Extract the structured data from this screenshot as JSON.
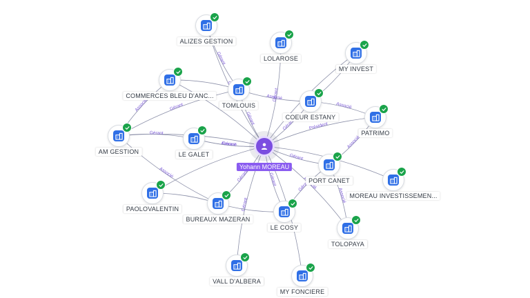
{
  "center": {
    "name": "Yohann MOREAU",
    "color": "#8a5cf0"
  },
  "colors": {
    "company_icon": "#2f6fe6",
    "check": "#1aa34a",
    "edge": "#8b8fa8",
    "edge_label": "#7b5ad6"
  },
  "icons": {
    "company": "building-icon",
    "status": "check-circle-icon",
    "person": "person-icon"
  },
  "companies": [
    {
      "id": "alizes",
      "name": "ALIZES GESTION"
    },
    {
      "id": "lolarose",
      "name": "LOLAROSE"
    },
    {
      "id": "myinvest",
      "name": "MY INVEST"
    },
    {
      "id": "commerces",
      "name": "COMMERCES BLEU D'ANC..."
    },
    {
      "id": "tomlouis",
      "name": "TOMLOUIS"
    },
    {
      "id": "coeur",
      "name": "COEUR ESTANY"
    },
    {
      "id": "patrimo",
      "name": "PATRIMO"
    },
    {
      "id": "amgestion",
      "name": "AM GESTION"
    },
    {
      "id": "legalet",
      "name": "LE GALET"
    },
    {
      "id": "portcanet",
      "name": "PORT CANET"
    },
    {
      "id": "moreauinv",
      "name": "MOREAU INVESTISSEMEN..."
    },
    {
      "id": "paolovalentin",
      "name": "PAOLOVALENTIN"
    },
    {
      "id": "bureaux",
      "name": "BUREAUX MAZERAN"
    },
    {
      "id": "lecosy",
      "name": "LE COSY"
    },
    {
      "id": "tolopaya",
      "name": "TOLOPAYA"
    },
    {
      "id": "vall",
      "name": "VALL D'ALBERA"
    },
    {
      "id": "myfonciere",
      "name": "MY FONCIERE"
    }
  ],
  "edges": [
    {
      "from": "center",
      "to": "alizes",
      "label": "Gérant"
    },
    {
      "from": "center",
      "to": "lolarose",
      "label": "Gérant"
    },
    {
      "from": "center",
      "to": "myinvest",
      "label": ""
    },
    {
      "from": "center",
      "to": "commerces",
      "label": ""
    },
    {
      "from": "center",
      "to": "tomlouis",
      "label": "Gérant"
    },
    {
      "from": "center",
      "to": "coeur",
      "label": "Gérant"
    },
    {
      "from": "center",
      "to": "patrimo",
      "label": "Président"
    },
    {
      "from": "center",
      "to": "amgestion",
      "label": "Associé"
    },
    {
      "from": "center",
      "to": "legalet",
      "label": "Gérant"
    },
    {
      "from": "center",
      "to": "portcanet",
      "label": "Gérant"
    },
    {
      "from": "center",
      "to": "moreauinv",
      "label": ""
    },
    {
      "from": "center",
      "to": "paolovalentin",
      "label": ""
    },
    {
      "from": "center",
      "to": "bureaux",
      "label": "Gérant"
    },
    {
      "from": "center",
      "to": "lecosy",
      "label": "Gérant"
    },
    {
      "from": "center",
      "to": "tolopaya",
      "label": "Associé"
    },
    {
      "from": "center",
      "to": "vall",
      "label": "Gérant"
    },
    {
      "from": "center",
      "to": "myfonciere",
      "label": ""
    },
    {
      "from": "commerces",
      "to": "amgestion",
      "label": "Associé"
    },
    {
      "from": "commerces",
      "to": "tomlouis",
      "label": ""
    },
    {
      "from": "tomlouis",
      "to": "amgestion",
      "label": "Gérant"
    },
    {
      "from": "tomlouis",
      "to": "alizes",
      "label": "Gérant"
    },
    {
      "from": "tomlouis",
      "to": "coeur",
      "label": "Associé"
    },
    {
      "from": "amgestion",
      "to": "legalet",
      "label": "Gérant"
    },
    {
      "from": "legalet",
      "to": "center",
      "label": "Associé"
    },
    {
      "from": "coeur",
      "to": "patrimo",
      "label": "Associé"
    },
    {
      "from": "coeur",
      "to": "myinvest",
      "label": ""
    },
    {
      "from": "patrimo",
      "to": "portcanet",
      "label": "Associé"
    },
    {
      "from": "portcanet",
      "to": "lecosy",
      "label": "Gérant"
    },
    {
      "from": "portcanet",
      "to": "tolopaya",
      "label": "Associé"
    },
    {
      "from": "amgestion",
      "to": "bureaux",
      "label": "Associé"
    },
    {
      "from": "paolovalentin",
      "to": "bureaux",
      "label": ""
    },
    {
      "from": "bureaux",
      "to": "lecosy",
      "label": ""
    }
  ]
}
